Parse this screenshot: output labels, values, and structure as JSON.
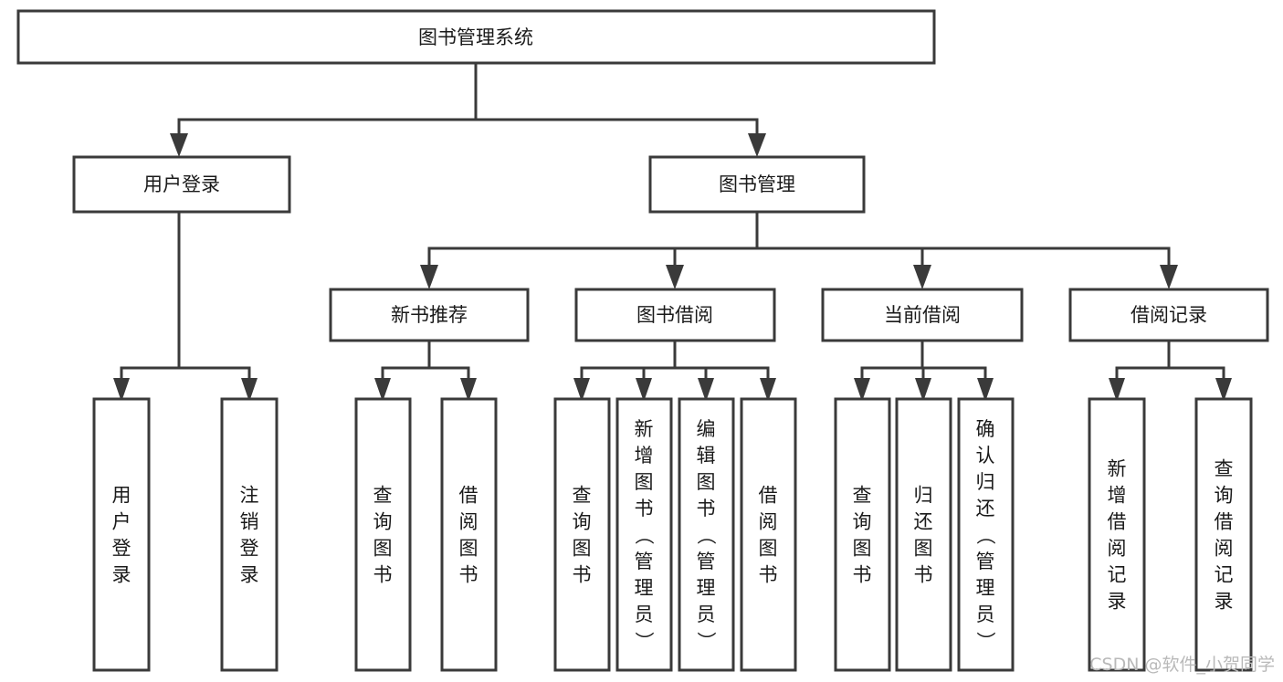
{
  "diagram": {
    "title": "图书管理系统",
    "type": "tree",
    "orientation": "top-down",
    "colors": {
      "box_stroke": "#3a3a3a",
      "box_fill": "#ffffff",
      "text": "#1a1a1a",
      "connector": "#3a3a3a",
      "watermark": "#b9b9b9",
      "background": "#ffffff"
    },
    "root": {
      "label": "图书管理系统",
      "text_orientation": "horizontal"
    },
    "level2": [
      {
        "label": "用户登录",
        "text_orientation": "horizontal"
      },
      {
        "label": "图书管理",
        "text_orientation": "horizontal"
      }
    ],
    "level3": [
      {
        "label": "新书推荐",
        "text_orientation": "horizontal",
        "parent": "图书管理"
      },
      {
        "label": "图书借阅",
        "text_orientation": "horizontal",
        "parent": "图书管理"
      },
      {
        "label": "当前借阅",
        "text_orientation": "horizontal",
        "parent": "图书管理"
      },
      {
        "label": "借阅记录",
        "text_orientation": "horizontal",
        "parent": "图书管理"
      }
    ],
    "leaves": {
      "用户登录": [
        {
          "label": "用户登录",
          "text_orientation": "vertical"
        },
        {
          "label": "注销登录",
          "text_orientation": "vertical"
        }
      ],
      "新书推荐": [
        {
          "label": "查询图书",
          "text_orientation": "vertical"
        },
        {
          "label": "借阅图书",
          "text_orientation": "vertical"
        }
      ],
      "图书借阅": [
        {
          "label": "查询图书",
          "text_orientation": "vertical"
        },
        {
          "label": "新增图书（管理员）",
          "text_orientation": "vertical"
        },
        {
          "label": "编辑图书（管理员）",
          "text_orientation": "vertical"
        },
        {
          "label": "借阅图书",
          "text_orientation": "vertical"
        }
      ],
      "当前借阅": [
        {
          "label": "查询图书",
          "text_orientation": "vertical"
        },
        {
          "label": "归还图书",
          "text_orientation": "vertical"
        },
        {
          "label": "确认归还（管理员）",
          "text_orientation": "vertical"
        }
      ],
      "借阅记录": [
        {
          "label": "新增借阅记录",
          "text_orientation": "vertical"
        },
        {
          "label": "查询借阅记录",
          "text_orientation": "vertical"
        }
      ]
    }
  },
  "watermark": {
    "text": "CSDN @软件_小贺同学"
  }
}
